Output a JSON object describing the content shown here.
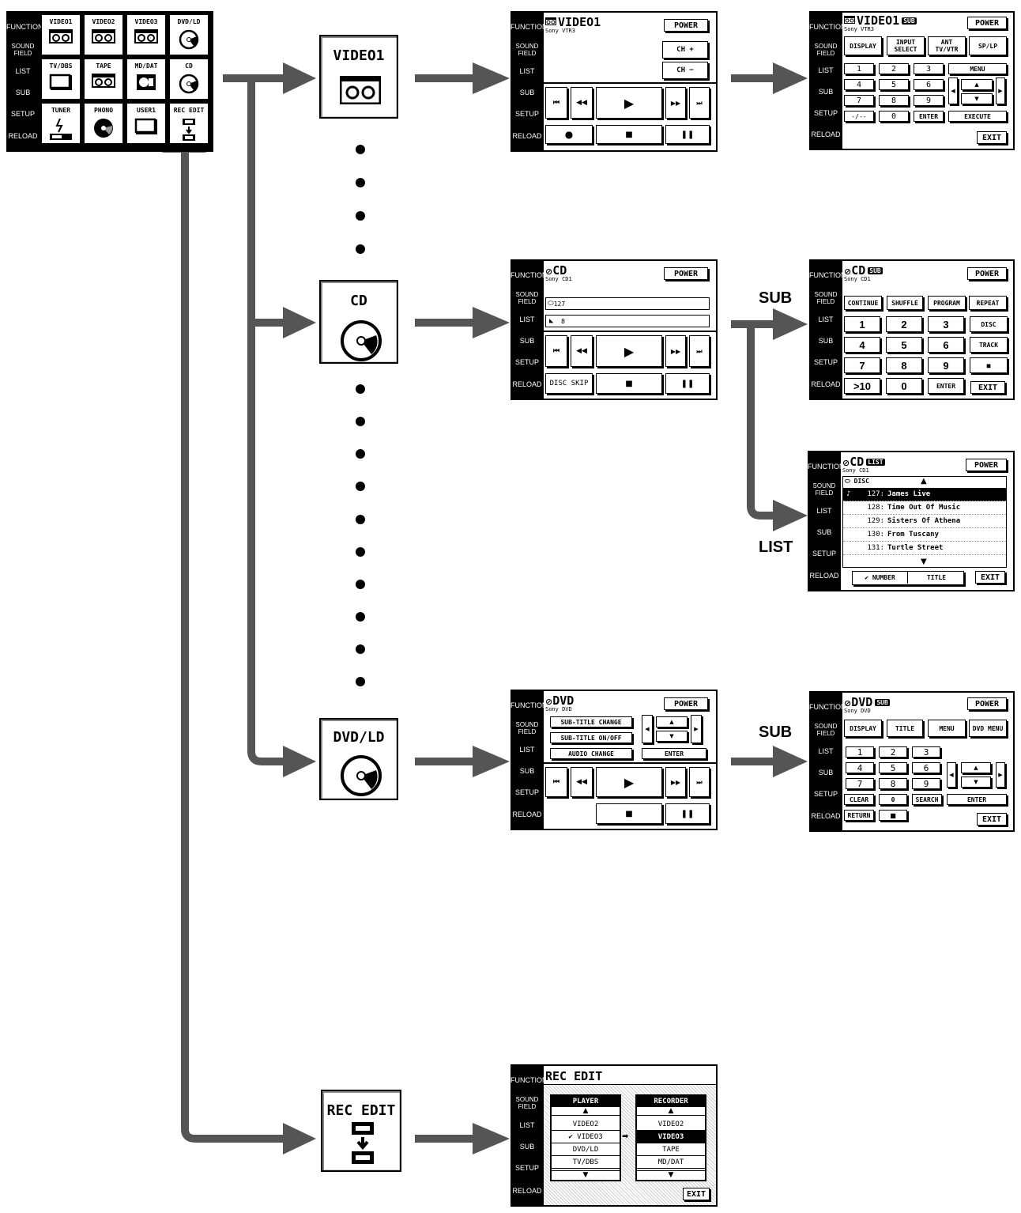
{
  "sidebar": [
    "FUNCTION",
    "SOUND FIELD",
    "LIST",
    "SUB",
    "SETUP",
    "RELOAD"
  ],
  "main_menu": {
    "cells": [
      {
        "label": "VIDEO1",
        "icon": "tape"
      },
      {
        "label": "VIDEO2",
        "icon": "tape"
      },
      {
        "label": "VIDEO3",
        "icon": "tape"
      },
      {
        "label": "DVD/LD",
        "icon": "disc"
      },
      {
        "label": "TV/DBS",
        "icon": "tv"
      },
      {
        "label": "TAPE",
        "icon": "tape"
      },
      {
        "label": "MD/DAT",
        "icon": "md"
      },
      {
        "label": "CD",
        "icon": "disc"
      },
      {
        "label": "TUNER",
        "icon": "tuner"
      },
      {
        "label": "PHONO",
        "icon": "record"
      },
      {
        "label": "USER1",
        "icon": "tv"
      },
      {
        "label": "REC EDIT",
        "icon": "recedit"
      }
    ]
  },
  "big_buttons": {
    "video1": "VIDEO1",
    "cd": "CD",
    "dvd": "DVD/LD",
    "recedit": "REC EDIT"
  },
  "labels": {
    "sub1": "SUB",
    "list": "LIST",
    "sub2": "SUB"
  },
  "video1": {
    "title": "VIDEO1",
    "device": "Sony VTR3",
    "power": "POWER",
    "ch_plus": "CH +",
    "ch_minus": "CH −"
  },
  "video1_sub": {
    "title": "VIDEO1",
    "tag": "SUB",
    "device": "Sony VTR3",
    "power": "POWER",
    "display": "DISPLAY",
    "input": "INPUT SELECT",
    "ant": "ANT TV/VTR",
    "splp": "SP/LP",
    "keys": [
      "1",
      "2",
      "3",
      "4",
      "5",
      "6",
      "7",
      "8",
      "9",
      "-/--",
      "0",
      "ENTER"
    ],
    "menu": "MENU",
    "execute": "EXECUTE",
    "exit": "EXIT"
  },
  "cd": {
    "title": "CD",
    "device": "Sony CD1",
    "power": "POWER",
    "disc": "127",
    "track": "8",
    "discskip": "DISC SKIP"
  },
  "cd_sub": {
    "title": "CD",
    "tag": "SUB",
    "device": "Sony CD1",
    "power": "POWER",
    "continue": "CONTINUE",
    "shuffle": "SHUFFLE",
    "program": "PROGRAM",
    "repeat": "REPEAT",
    "keys": [
      "1",
      "2",
      "3",
      "DISC",
      "4",
      "5",
      "6",
      "TRACK",
      "7",
      "8",
      "9",
      "■",
      ">10",
      "0",
      "ENTER",
      "EXIT"
    ]
  },
  "cd_list": {
    "title": "CD",
    "tag": "LIST",
    "device": "Sony CD1",
    "power": "POWER",
    "header": "DISC",
    "rows": [
      {
        "num": "127:",
        "name": "James Live"
      },
      {
        "num": "128:",
        "name": "Time Out Of Music"
      },
      {
        "num": "129:",
        "name": "Sisters Of Athena"
      },
      {
        "num": "130:",
        "name": "From Tuscany"
      },
      {
        "num": "131:",
        "name": "Turtle Street"
      }
    ],
    "number": "NUMBER",
    "titlebtn": "TITLE",
    "exit": "EXIT"
  },
  "dvd": {
    "title": "DVD",
    "device": "Sony DVD",
    "power": "POWER",
    "subtitle_change": "SUB-TITLE CHANGE",
    "subtitle_onoff": "SUB-TITLE ON/OFF",
    "audio_change": "AUDIO CHANGE",
    "enter": "ENTER"
  },
  "dvd_sub": {
    "title": "DVD",
    "tag": "SUB",
    "device": "Sony DVD",
    "power": "POWER",
    "display": "DISPLAY",
    "titlebtn": "TITLE",
    "menu": "MENU",
    "dvdmenu": "DVD MENU",
    "keys": [
      "1",
      "2",
      "3",
      "4",
      "5",
      "6",
      "7",
      "8",
      "9"
    ],
    "clear": "CLEAR",
    "zero": "0",
    "search": "SEARCH",
    "enter": "ENTER",
    "return": "RETURN",
    "exit": "EXIT"
  },
  "recedit": {
    "title": "REC EDIT",
    "player": "PLAYER",
    "recorder": "RECORDER",
    "player_items": [
      "VIDEO2",
      "VIDEO3",
      "DVD/LD",
      "TV/DBS"
    ],
    "recorder_items": [
      "VIDEO2",
      "VIDEO3",
      "TAPE",
      "MD/DAT"
    ],
    "exit": "EXIT"
  }
}
